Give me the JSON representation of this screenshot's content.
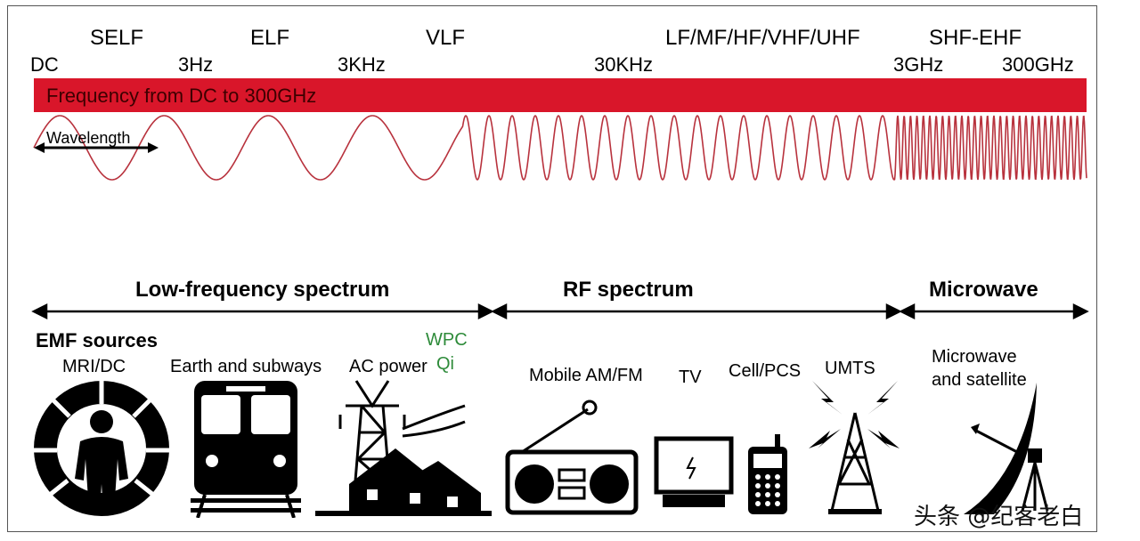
{
  "band_labels": [
    "SELF",
    "ELF",
    "VLF",
    "LF/MF/HF/VHF/UHF",
    "SHF-EHF"
  ],
  "freq_labels": [
    "DC",
    "3Hz",
    "3KHz",
    "30KHz",
    "3GHz",
    "300GHz"
  ],
  "bar_text": "Frequency from DC to 300GHz",
  "wavelength_label": "Wavelength",
  "spectrum_labels": [
    "Low-frequency spectrum",
    "RF spectrum",
    "Microwave"
  ],
  "emf_title": "EMF sources",
  "sources": {
    "mri": "MRI/DC",
    "earth": "Earth and subways",
    "ac": "AC power",
    "wpc": "WPC",
    "qi": "Qi",
    "mobile": "Mobile AM/FM",
    "tv": "TV",
    "cell": "Cell/PCS",
    "umts": "UMTS",
    "micro1": "Microwave",
    "micro2": "and satellite"
  },
  "watermark": "头条 @纪客老白",
  "colors": {
    "bar": "#d9162a",
    "wave": "#b8323d",
    "wpc": "#2e8b3a"
  }
}
